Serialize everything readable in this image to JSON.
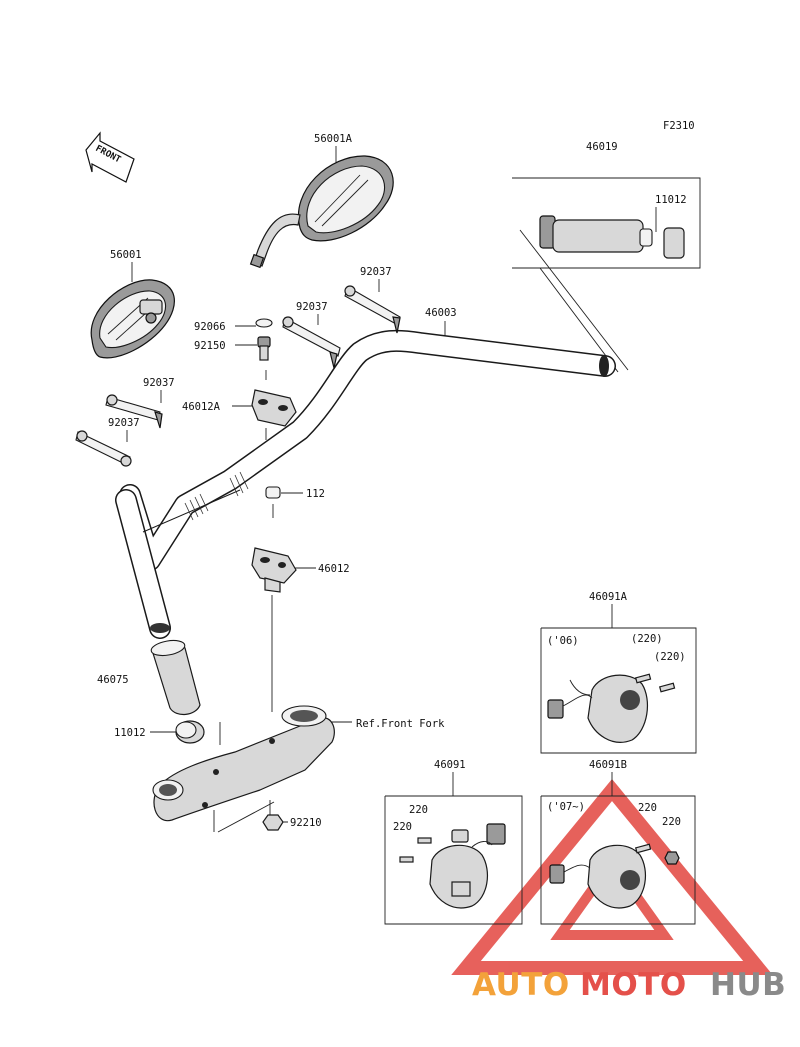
{
  "figure_code": "F2310",
  "front_label": "FRONT",
  "parts": {
    "p46019": "46019",
    "p11012_top": "11012",
    "p56001A": "56001A",
    "p56001": "56001",
    "p92037_a": "92037",
    "p92037_b": "92037",
    "p92037_c": "92037",
    "p92037_d": "92037",
    "p46003": "46003",
    "p92066": "92066",
    "p92150": "92150",
    "p46012A": "46012A",
    "p112": "112",
    "p46012": "46012",
    "p46075": "46075",
    "p11012_bottom": "11012",
    "ref_front_fork": "Ref.Front Fork",
    "p92210": "92210",
    "p46091A": "46091A",
    "p46091": "46091",
    "p46091B": "46091B",
    "year_06": "('06)",
    "year_07": "('07~)",
    "p220_a": "(220)",
    "p220_b": "(220)",
    "p220_c": "220",
    "p220_d": "220",
    "p220_e": "220",
    "p220_f": "220"
  },
  "watermark": {
    "part1": "AUTO",
    "part2": "MOTO",
    "part3": "HUB",
    "color_orange": "#f3a23a",
    "color_red": "#e4504a",
    "color_gray": "#8a8a8a"
  }
}
